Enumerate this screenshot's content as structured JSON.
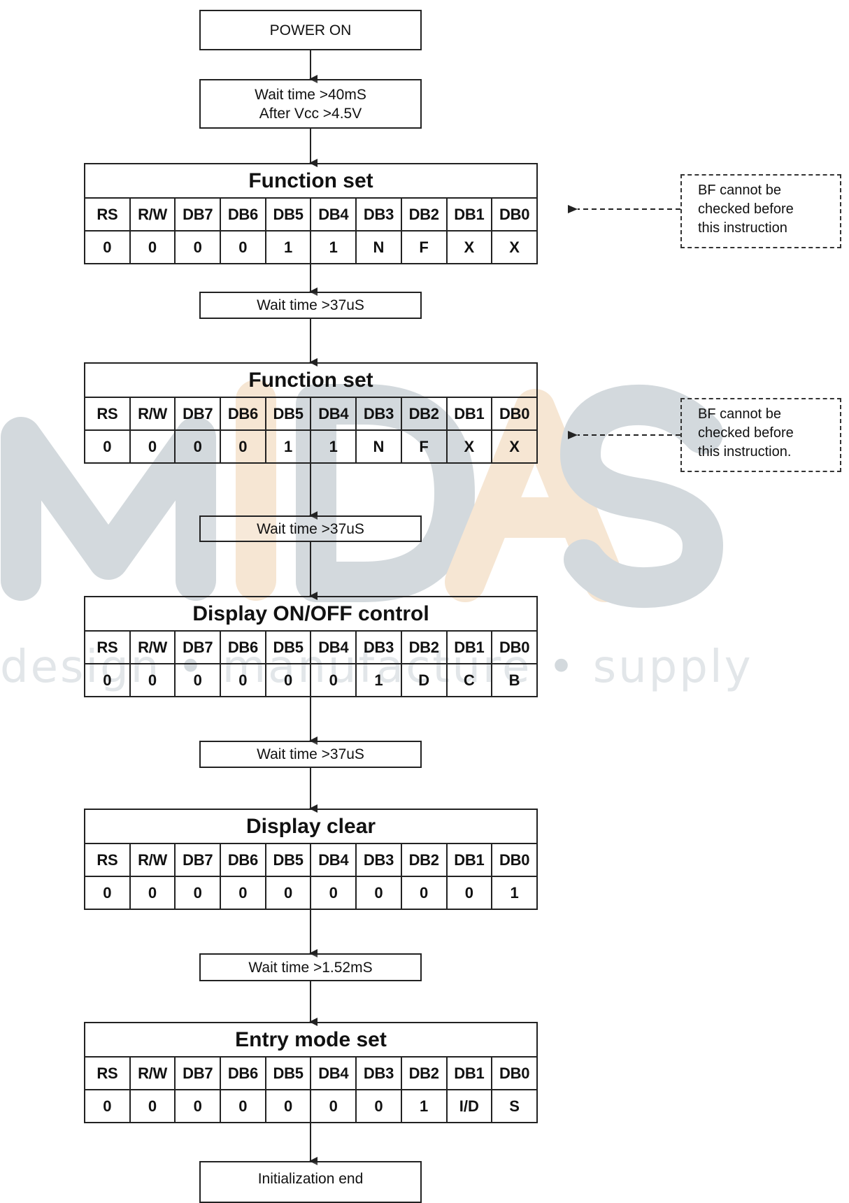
{
  "watermark": {
    "letters": "MIDAS",
    "tagline": "design • manufacture • supply"
  },
  "power_on": "POWER ON",
  "wait1": {
    "line1": "Wait time >40mS",
    "line2": "After Vcc >4.5V"
  },
  "headers": [
    "RS",
    "R/W",
    "DB7",
    "DB6",
    "DB5",
    "DB4",
    "DB3",
    "DB2",
    "DB1",
    "DB0"
  ],
  "steps": [
    {
      "title": "Function set",
      "values": [
        "0",
        "0",
        "0",
        "0",
        "1",
        "1",
        "N",
        "F",
        "X",
        "X"
      ]
    },
    {
      "title": "Function set",
      "values": [
        "0",
        "0",
        "0",
        "0",
        "1",
        "1",
        "N",
        "F",
        "X",
        "X"
      ]
    },
    {
      "title": "Display ON/OFF control",
      "values": [
        "0",
        "0",
        "0",
        "0",
        "0",
        "0",
        "1",
        "D",
        "C",
        "B"
      ]
    },
    {
      "title": "Display clear",
      "values": [
        "0",
        "0",
        "0",
        "0",
        "0",
        "0",
        "0",
        "0",
        "0",
        "1"
      ]
    },
    {
      "title": "Entry mode set",
      "values": [
        "0",
        "0",
        "0",
        "0",
        "0",
        "0",
        "0",
        "1",
        "I/D",
        "S"
      ]
    }
  ],
  "waits": [
    "Wait time >37uS",
    "Wait time >37uS",
    "Wait time >37uS",
    "Wait time >1.52mS"
  ],
  "notes": [
    {
      "line1": "BF cannot be",
      "line2": "checked before",
      "line3": "this instruction"
    },
    {
      "line1": "BF cannot be",
      "line2": "checked before",
      "line3": "this instruction."
    }
  ],
  "end": "Initialization end",
  "colors": {
    "watermark_gray": "#d3d9dd",
    "watermark_orange": "#f6e6d3",
    "line": "#222222"
  }
}
